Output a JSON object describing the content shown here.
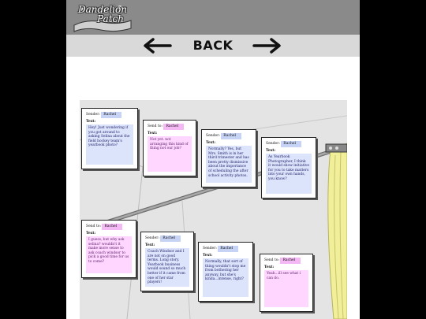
{
  "header": {
    "logo_text_line1": "Dandelion",
    "logo_text_line2": "Patch"
  },
  "nav": {
    "back_label": "BACK"
  },
  "messages": [
    {
      "kind": "recv",
      "label": "Sender:",
      "name": "Rachel",
      "text_label": "Text:",
      "text": "Hey!  Just wondering if you got around to asking Selina about the field hockey team's yearbook photo?"
    },
    {
      "kind": "sent",
      "label": "Send to:",
      "name": "Rachel",
      "text_label": "Text:",
      "text": "Not yet.  not arranging this kind of thing not our job?"
    },
    {
      "kind": "recv",
      "label": "Sender:",
      "name": "Rachel",
      "text_label": "Text:",
      "text": "Normally?  Yes, but Mrs. Smith is in her third trimester and has been pretty dismissive about the importance of scheduling the after school activity photos."
    },
    {
      "kind": "recv",
      "label": "Sender:",
      "name": "Rachel",
      "text_label": "Text:",
      "text": "As Yearbook Photographer, I think it would show initiative for you to take matters into your own hands, you know?"
    },
    {
      "kind": "sent",
      "label": "Send to:",
      "name": "Rachel",
      "text_label": "Text:",
      "text": "I guess, but why ask selina? wouldn't it make more sense to ask coach windsor to pick a good time for us to come?"
    },
    {
      "kind": "recv",
      "label": "Sender:",
      "name": "Rachel",
      "text_label": "Text:",
      "text": "Coach Windsor and I are not on good terms.  Long story. Yearbook business would sound so much better if it came from one of her star players!"
    },
    {
      "kind": "recv",
      "label": "Sender:",
      "name": "Rachel",
      "text_label": "Text:",
      "text": "Normally, that sort of thing wouldn't stop me from bothering her anyway, but she's kinda...intense, right?"
    },
    {
      "kind": "sent",
      "label": "Send to:",
      "name": "Rachel",
      "text_label": "Text:",
      "text": "Yeah...ill see what i can do."
    }
  ]
}
